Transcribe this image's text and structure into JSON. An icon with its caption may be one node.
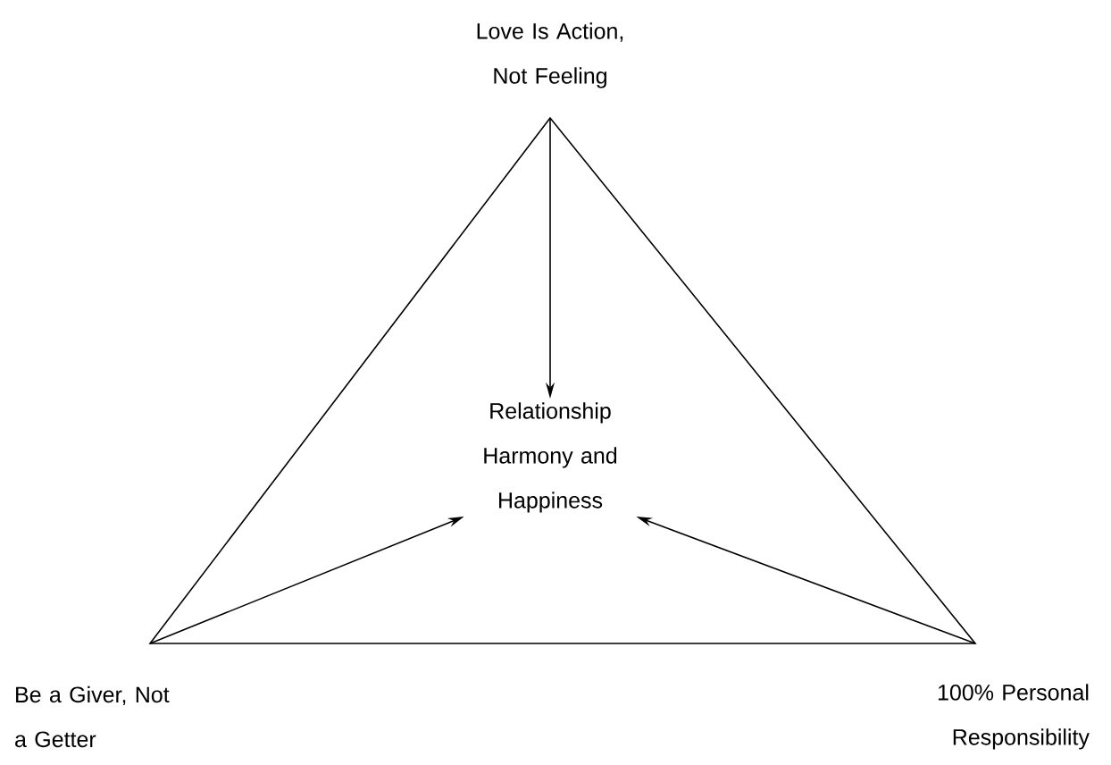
{
  "diagram": {
    "nodes": [
      {
        "text": [
          "Love Is Action, Not Feeling"
        ]
      },
      {
        "text": [
          "Be a Giver, Not a Getter"
        ]
      },
      {
        "text": [
          "100% Personal Responsibility"
        ]
      },
      {
        "text": [
          "Relationship Harmony and Happiness"
        ]
      }
    ],
    "edges": [
      {
        "from": 0,
        "to": 3,
        "arrow": "to"
      },
      {
        "from": 1,
        "to": 3,
        "arrow": "to"
      },
      {
        "from": 2,
        "to": 3,
        "arrow": "to"
      }
    ]
  }
}
